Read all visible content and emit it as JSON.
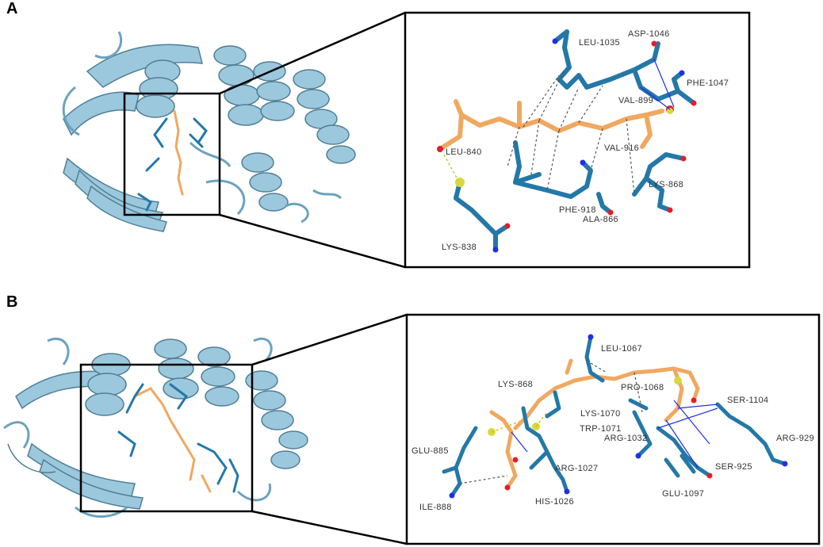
{
  "panels": [
    {
      "letter": "A",
      "residues": [
        "LEU-1035",
        "ASP-1046",
        "PHE-1047",
        "VAL-899",
        "LEU-840",
        "VAL-916",
        "LYS-868",
        "PHE-918",
        "ALA-866",
        "LYS-838"
      ]
    },
    {
      "letter": "B",
      "residues": [
        "LEU-1067",
        "LYS-868",
        "PRO-1068",
        "SER-1104",
        "LYS-1070",
        "TRP-1071",
        "GLU-885",
        "ARG-1032",
        "ARG-929",
        "ARG-1027",
        "SER-925",
        "ILE-888",
        "HIS-1026",
        "GLU-1097"
      ]
    }
  ],
  "colors": {
    "protein": "#8fbfd6",
    "residue": "#2478a8",
    "ligand": "#f0a860",
    "nitrogen": "#1f2fe6",
    "oxygen": "#e0202a",
    "sulfur": "#d8d83a",
    "frame": "#000000"
  }
}
